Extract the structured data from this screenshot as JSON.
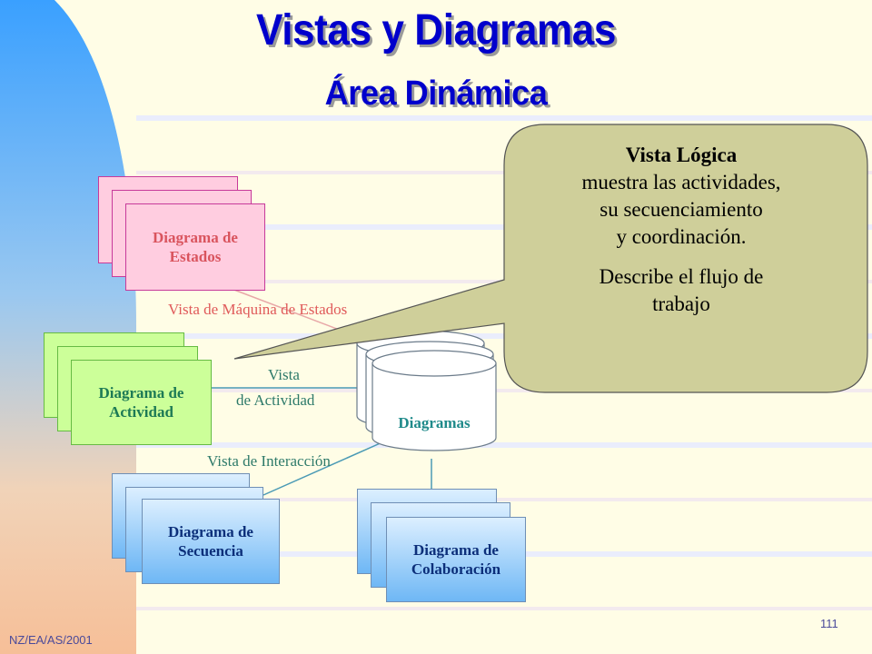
{
  "title": "Vistas y Diagramas",
  "subtitle": "Área Dinámica",
  "diagrams": {
    "estados": [
      "Diagrama de",
      "Estados"
    ],
    "actividad": [
      "Diagrama de",
      "Actividad"
    ],
    "secuencia": [
      "Diagrama de",
      "Secuencia"
    ],
    "colaboracion": [
      "Diagrama de",
      "Colaboración"
    ]
  },
  "views": {
    "maquina_estados": "Vista de Máquina de Estados",
    "actividad_line1": "Vista",
    "actividad_line2": "de Actividad",
    "interaccion": "Vista de Interacción"
  },
  "repository_label": "Diagramas",
  "callout": {
    "heading": "Vista Lógica",
    "lines": [
      "muestra las actividades,",
      "su secuenciamiento",
      "y coordinación.",
      "Describe el flujo de",
      "trabajo"
    ]
  },
  "footer": {
    "left": "NZ/EA/AS/2001",
    "page": "111"
  },
  "colors": {
    "title": "#0000cc",
    "estados": "#ffcde0",
    "actividad": "#ccff99",
    "secuencia": "#6eb7f5",
    "callout": "#cfcf9a"
  }
}
